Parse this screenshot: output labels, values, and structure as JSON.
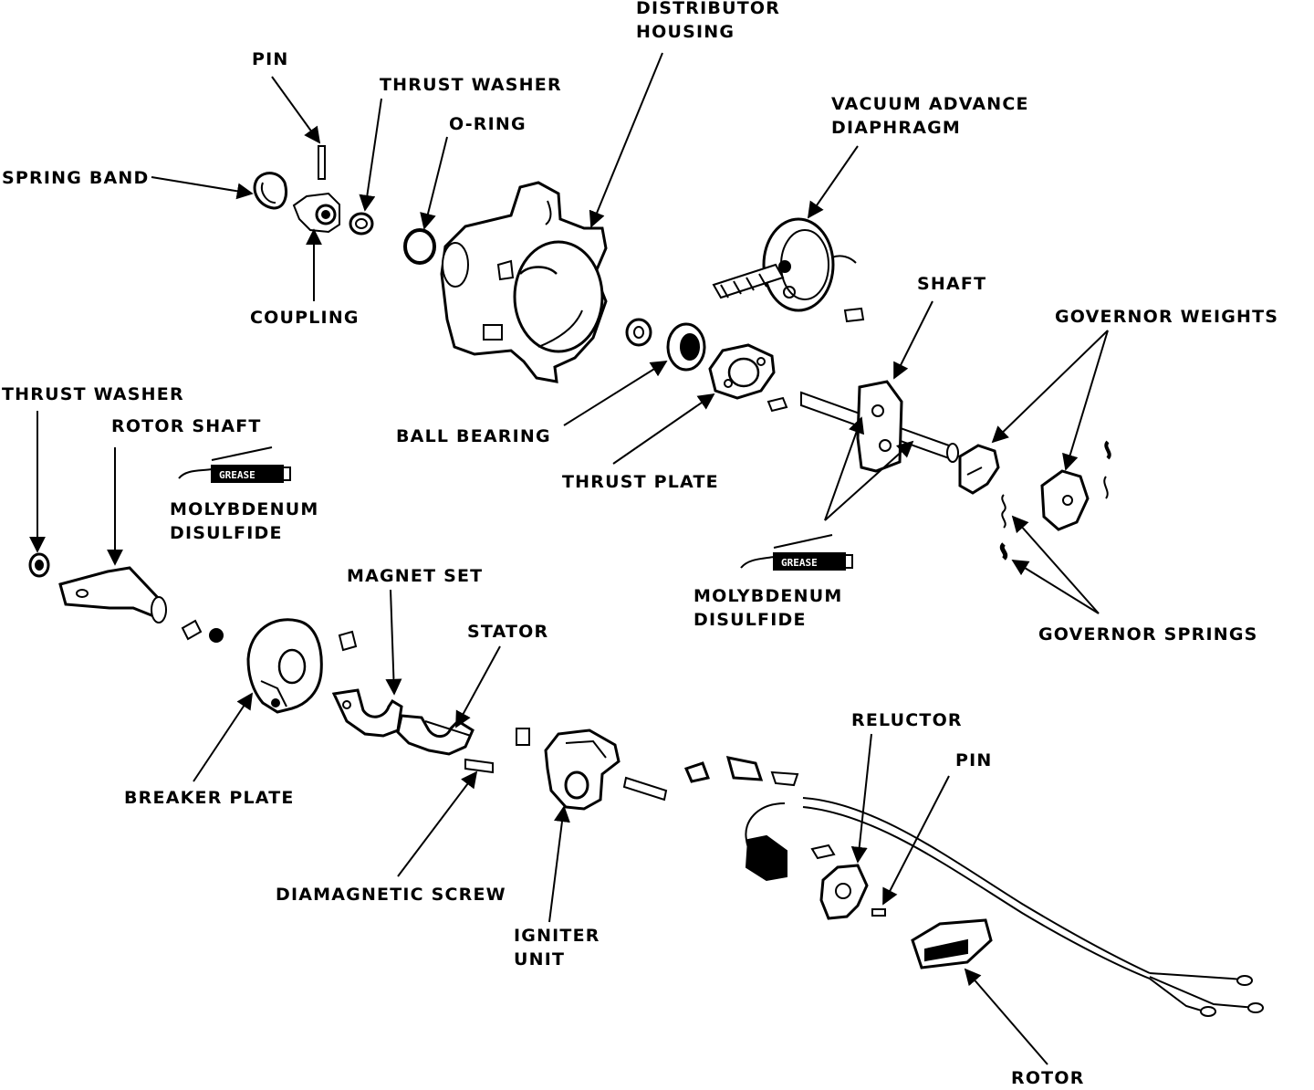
{
  "labels": {
    "distributor_housing": [
      "DISTRIBUTOR",
      "HOUSING"
    ],
    "pin_top": "PIN",
    "thrust_washer_top": "THRUST WASHER",
    "o_ring": "O-RING",
    "vacuum_advance_diaphragm": [
      "VACUUM ADVANCE",
      "DIAPHRAGM"
    ],
    "spring_band": "SPRING BAND",
    "coupling": "COUPLING",
    "shaft": "SHAFT",
    "governor_weights": "GOVERNOR WEIGHTS",
    "thrust_washer_left": "THRUST WASHER",
    "rotor_shaft": "ROTOR SHAFT",
    "ball_bearing": "BALL BEARING",
    "thrust_plate": "THRUST PLATE",
    "molybdenum_disulfide_left": [
      "MOLYBDENUM",
      "DISULFIDE"
    ],
    "molybdenum_disulfide_right": [
      "MOLYBDENUM",
      "DISULFIDE"
    ],
    "magnet_set": "MAGNET SET",
    "stator": "STATOR",
    "governor_springs": "GOVERNOR SPRINGS",
    "reluctor": "RELUCTOR",
    "pin_bottom": "PIN",
    "breaker_plate": "BREAKER PLATE",
    "diamagnetic_screw": "DIAMAGNETIC SCREW",
    "igniter_unit": [
      "IGNITER",
      "UNIT"
    ],
    "rotor": "ROTOR",
    "grease": "GREASE"
  },
  "colors": {
    "ink": "#000000",
    "paper": "#ffffff",
    "shade": "#d9d9d9"
  }
}
